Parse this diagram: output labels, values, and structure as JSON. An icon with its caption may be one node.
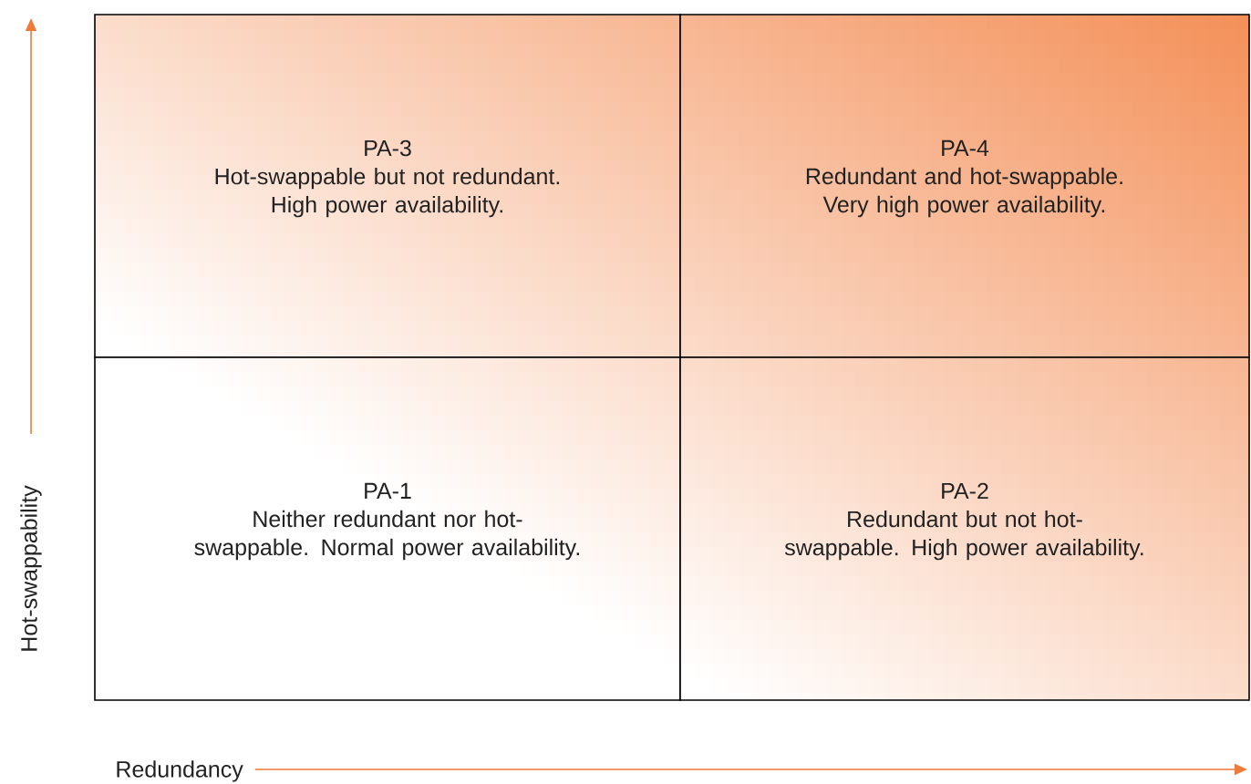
{
  "diagram": {
    "nodes": [
      {
        "text": [
          "PA-3",
          "Hot-swappable but not redundant. High power availability."
        ]
      },
      {
        "text": [
          "PA-4",
          "Redundant and hot-swappable. Very high power availability."
        ]
      },
      {
        "text": [
          "PA-1",
          "Neither redundant nor hot-swappable. Normal power availability."
        ]
      },
      {
        "text": [
          "PA-2",
          "Redundant but not hot-swappable. High power availability."
        ]
      }
    ],
    "labels": [
      "Hot-swappability",
      "Redundancy"
    ]
  }
}
